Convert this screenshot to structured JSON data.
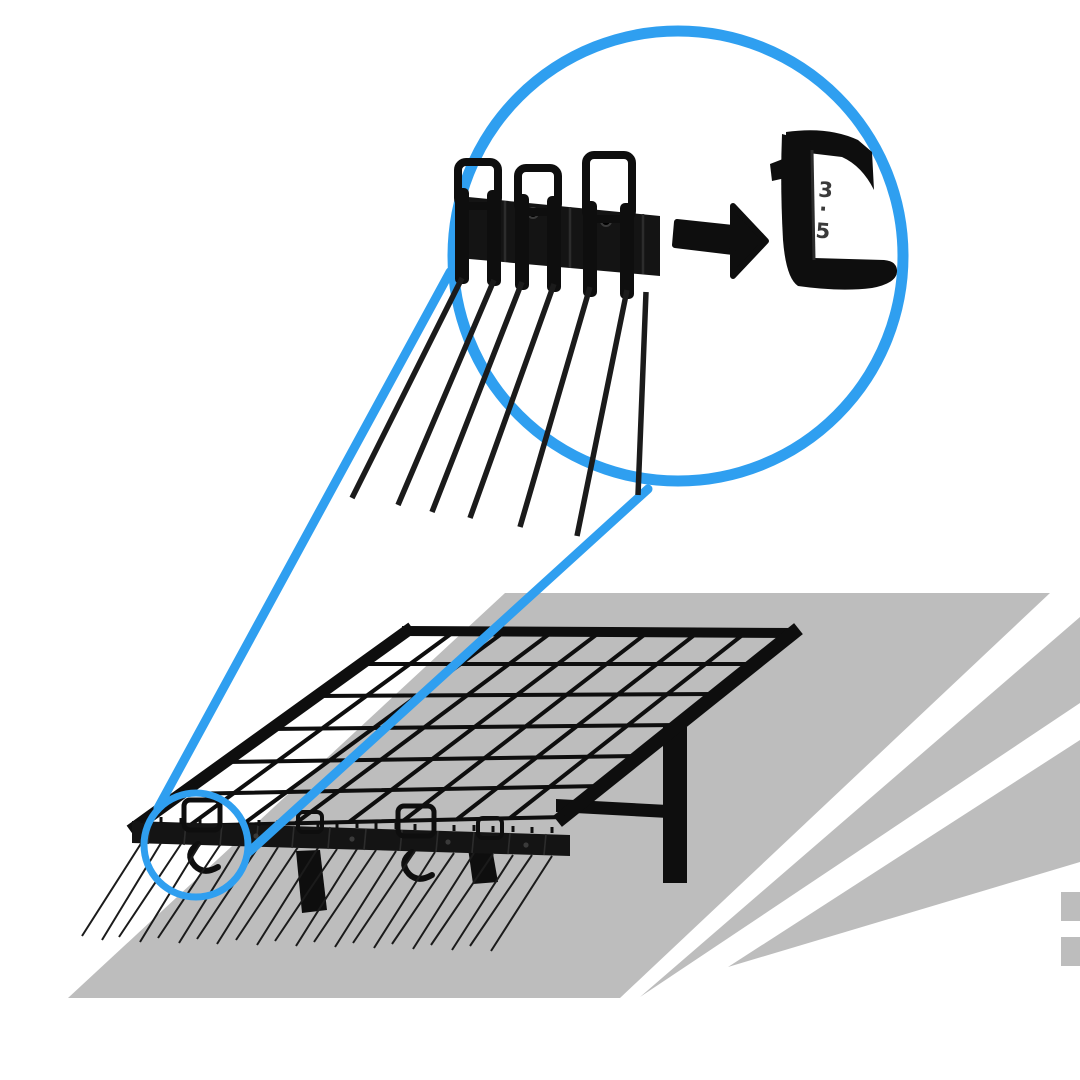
{
  "meta": {
    "description": "Product illustration of bird-deterrent wire clips mounted on the lower rail of a tilted solar panel on a gray roof, with a magnifier callout showing the clip rail close-up and an arrow pointing to a single C-shaped mounting clip"
  },
  "palette": {
    "background": "#ffffff",
    "accent_blue": "#2f9ff0",
    "roof_gray": "#bdbdbd",
    "ink": "#0e0e0e",
    "wire": "#1b1b1b",
    "plate": "#141414",
    "seam": "#2c2c2c",
    "emboss": "#3a3a3a"
  },
  "clip": {
    "marking_top": "3",
    "marking_dot": "·",
    "marking_bottom": "5"
  },
  "icons": {
    "arrow": "arrow-right-icon",
    "magnifier": "zoom-lens-circle"
  }
}
